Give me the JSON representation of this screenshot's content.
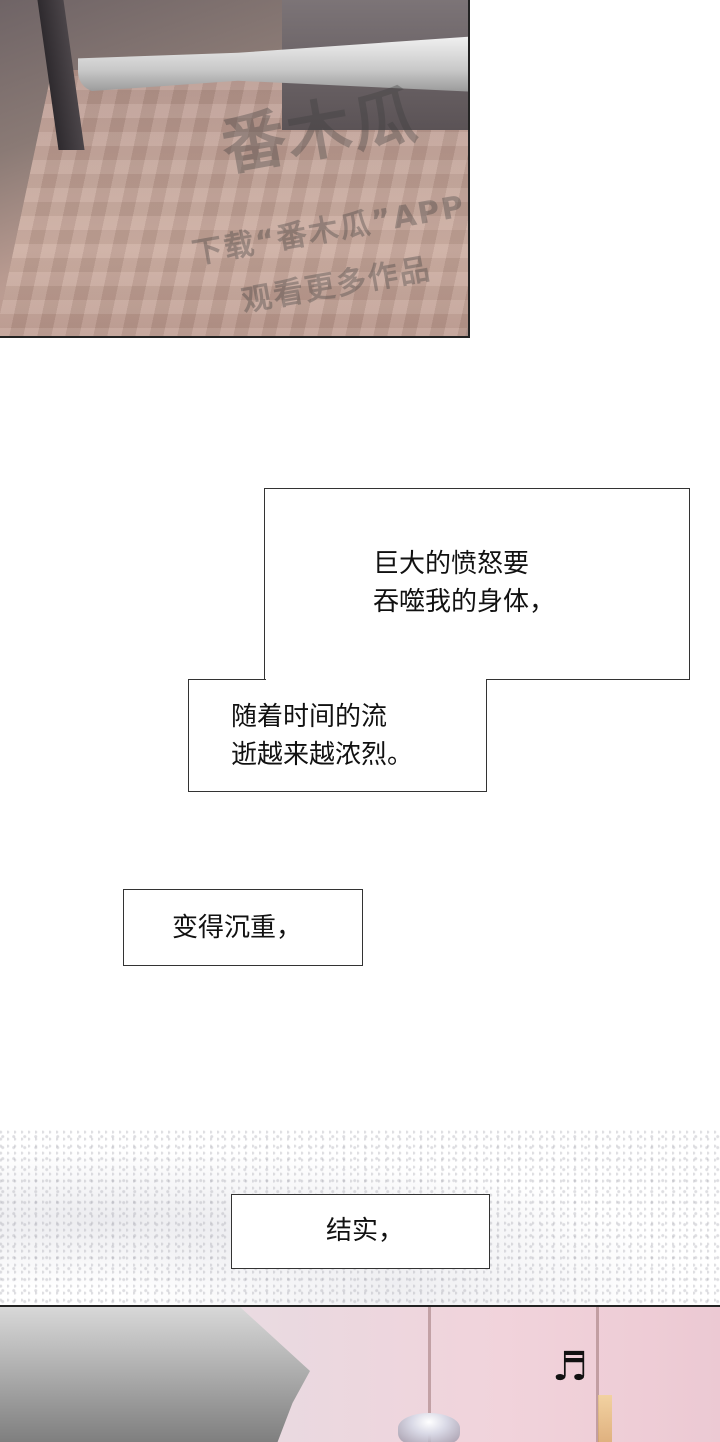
{
  "watermark": {
    "brand": "番木瓜",
    "line1": "下载“番木瓜”APP",
    "line2": "观看更多作品"
  },
  "captions": [
    {
      "lines": [
        "巨大的愤怒要",
        "吞噬我的身体，"
      ]
    },
    {
      "lines": [
        "随着时间的流",
        "逝越来越浓烈。"
      ]
    },
    {
      "lines": [
        "变得沉重，"
      ]
    },
    {
      "lines": [
        "结实，"
      ]
    }
  ],
  "bottom_panel": {
    "music_note_icon": "♬"
  }
}
